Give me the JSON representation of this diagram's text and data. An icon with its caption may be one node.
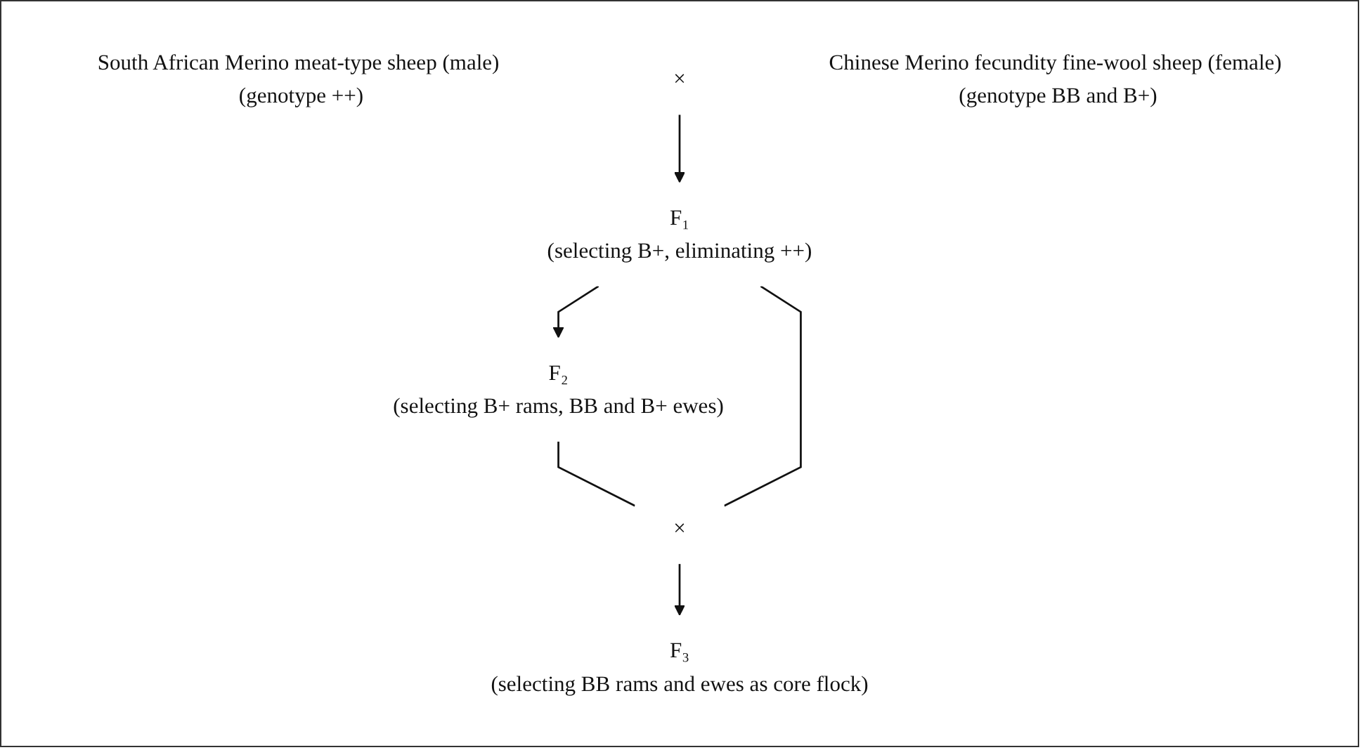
{
  "diagram": {
    "nodes": [
      {
        "text": [
          "South African Merino meat-type sheep (male) (genotype ++)"
        ]
      },
      {
        "text": [
          "×"
        ]
      },
      {
        "text": [
          "Chinese Merino fecundity fine-wool sheep (female) (genotype BB and B+)"
        ]
      },
      {
        "text": [
          "F₁",
          "(selecting B+, eliminating ++)"
        ]
      },
      {
        "text": [
          "F₂",
          "(selecting B+ rams, BB and B+ ewes)"
        ]
      },
      {
        "text": [
          "×"
        ]
      },
      {
        "text": [
          "F₃",
          "(selecting BB rams and ewes as core flock)"
        ]
      }
    ],
    "edges": [
      {
        "from": 1,
        "to": 3,
        "arrow": "to"
      },
      {
        "from": 3,
        "to": 4,
        "arrow": "to"
      },
      {
        "from": 4,
        "to": 5,
        "arrow": "none"
      },
      {
        "from": 3,
        "to": 5,
        "arrow": "none"
      },
      {
        "from": 5,
        "to": 6,
        "arrow": "to"
      }
    ]
  }
}
